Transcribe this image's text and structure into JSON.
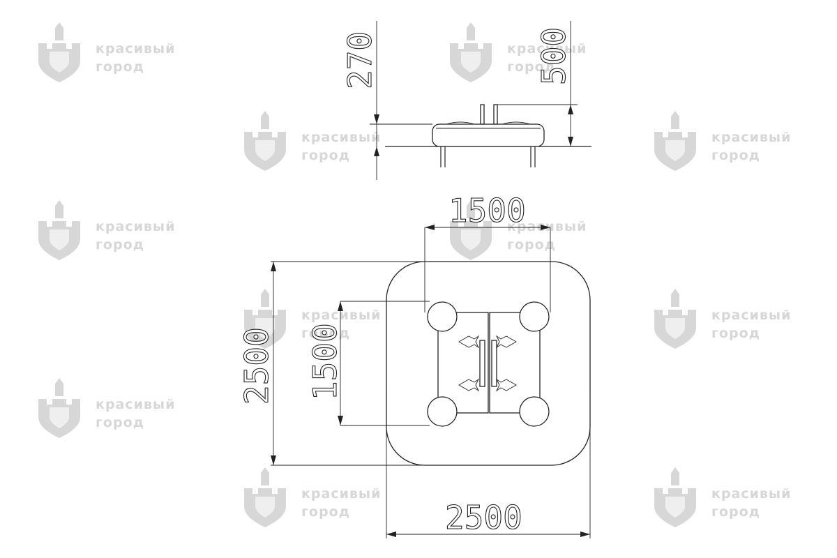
{
  "watermark": {
    "line1": "красивый",
    "line2": "город"
  },
  "dimensions": {
    "side_total_height": "270",
    "side_panel_height": "500",
    "top_post_spacing_x": "1500",
    "top_post_spacing_y": "1500",
    "overall_height": "2500",
    "overall_width": "2500"
  },
  "colors": {
    "line": "#222222",
    "watermark": "#d7d7d7"
  }
}
